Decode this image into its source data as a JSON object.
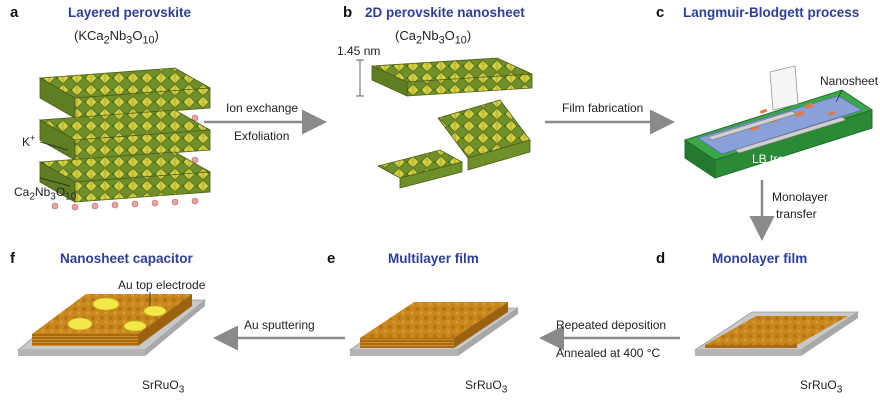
{
  "panels": {
    "a": {
      "letter": "a",
      "title": "Layered perovskite",
      "formula_main": "(KCa",
      "formula_sub": "2",
      "formula_mid": "Nb",
      "formula_sub2": "3",
      "formula_mid2": "O",
      "formula_sub3": "10",
      "formula_end": ")"
    },
    "b": {
      "letter": "b",
      "title": "2D perovskite nanosheet",
      "formula_main": "(Ca",
      "formula_sub": "2",
      "formula_mid": "Nb",
      "formula_sub2": "3",
      "formula_mid2": "O",
      "formula_sub3": "10",
      "formula_end": ")",
      "thickness": "1.45 nm"
    },
    "c": {
      "letter": "c",
      "title": "Langmuir-Blodgett  process",
      "nanosheet_label": "Nanosheet",
      "trough_label": "LB trough"
    },
    "d": {
      "letter": "d",
      "title": "Monolayer film",
      "substrate": "SrRuO",
      "substrate_sub": "3"
    },
    "e": {
      "letter": "e",
      "title": "Multilayer film",
      "substrate": "SrRuO",
      "substrate_sub": "3"
    },
    "f": {
      "letter": "f",
      "title": "Nanosheet capacitor",
      "electrode_label": "Au top electrode",
      "substrate": "SrRuO",
      "substrate_sub": "3"
    }
  },
  "labels": {
    "k_ion": "K",
    "k_sup": "+",
    "layer_main": "Ca",
    "layer_sub": "2",
    "layer_mid": "Nb",
    "layer_sub2": "3",
    "layer_mid2": "O",
    "layer_sub3": "10"
  },
  "arrows": {
    "a_to_b_top": "Ion exchange",
    "a_to_b_bottom": "Exfoliation",
    "b_to_c": "Film fabrication",
    "c_to_d_line1": "Monolayer",
    "c_to_d_line2": "transfer",
    "d_to_e_top": "Repeated deposition",
    "d_to_e_bottom": "Annealed at 400 °C",
    "e_to_f": "Au sputtering"
  },
  "colors": {
    "title_blue": "#2d3f99",
    "octahedra_yellow": "#c9c43a",
    "octahedra_green": "#4f8a2a",
    "k_pink": "#e8a3a3",
    "trough_green": "#2f9a3c",
    "film_orange": "#c9861d",
    "electrode_yellow": "#f3e84a",
    "substrate_gray": "#c8c8c8",
    "arrow_gray": "#8a8a8a"
  }
}
